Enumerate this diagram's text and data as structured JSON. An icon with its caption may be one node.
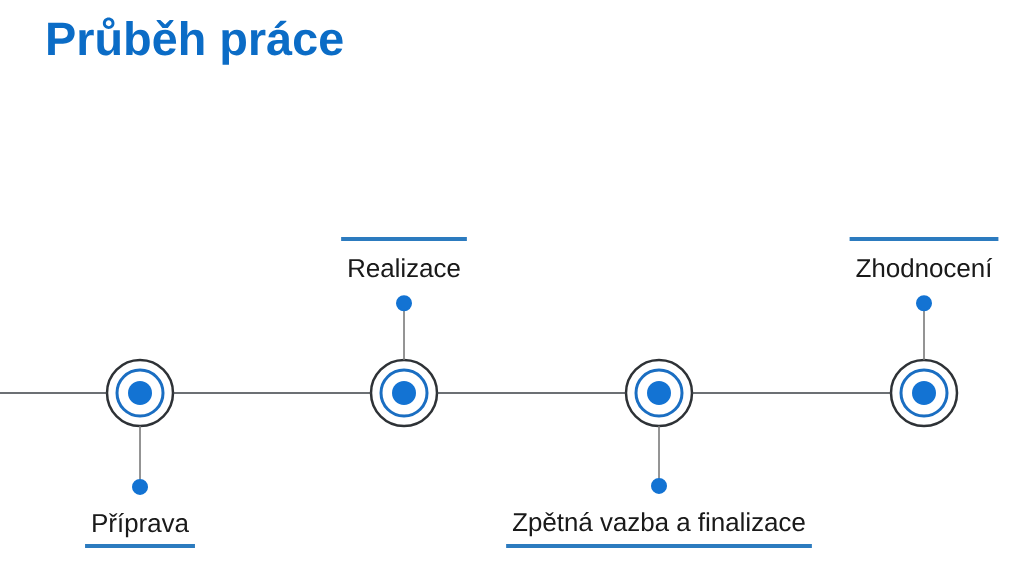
{
  "diagram": {
    "title": "Průběh práce",
    "nodes": [
      {
        "text": [
          "Realizace"
        ]
      },
      {
        "text": [
          "Zhodnocení"
        ]
      },
      {
        "text": [],
        "shape": "circle"
      },
      {
        "text": [],
        "shape": "circle"
      },
      {
        "text": [],
        "shape": "circle"
      },
      {
        "text": [],
        "shape": "circle"
      },
      {
        "text": [
          "Příprava"
        ]
      },
      {
        "text": [
          "Zpětná vazba a finalizace"
        ]
      }
    ],
    "edges": [
      {
        "from": null,
        "to": 2,
        "arrow": "none"
      },
      {
        "from": 2,
        "to": 3,
        "arrow": "none"
      },
      {
        "from": 3,
        "to": 4,
        "arrow": "none"
      },
      {
        "from": 4,
        "to": 5,
        "arrow": "none"
      },
      {
        "from": 6,
        "to": 2,
        "arrow": "other",
        "color": "#7a7a7a"
      },
      {
        "from": 0,
        "to": 3,
        "arrow": "other",
        "color": "#7a7a7a"
      },
      {
        "from": 7,
        "to": 4,
        "arrow": "other",
        "color": "#7a7a7a"
      },
      {
        "from": 1,
        "to": 5,
        "arrow": "other",
        "color": "#7a7a7a"
      }
    ]
  }
}
